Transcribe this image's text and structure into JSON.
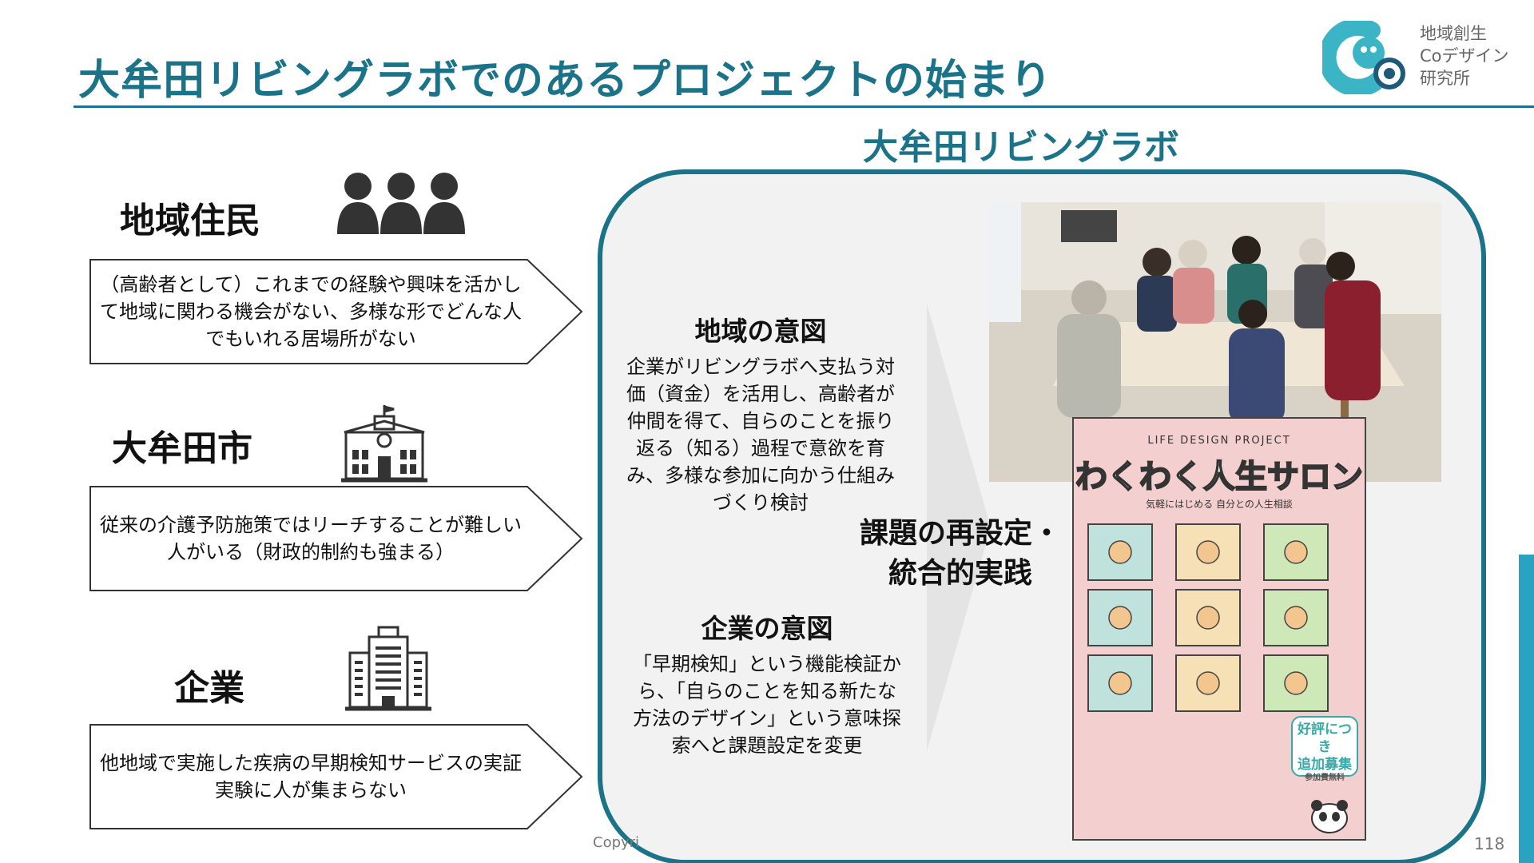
{
  "header": {
    "title": "大牟田リビングラボでのあるプロジェクトの始まり"
  },
  "logo": {
    "lines": [
      "地域創生",
      "Coデザイン",
      "研究所"
    ],
    "icon": "co-design-lab-logo"
  },
  "lab": {
    "title": "大牟田リビングラボ"
  },
  "stakeholders": [
    {
      "label": "地域住民",
      "icon": "people-icon",
      "text": "（高齢者として）これまでの経験や興味を活かして地域に関わる機会がない、多様な形でどんな人でもいれる居場所がない"
    },
    {
      "label": "大牟田市",
      "icon": "city-hall-icon",
      "text": "従来の介護予防施策ではリーチすることが難しい人がいる（財政的制約も強まる）"
    },
    {
      "label": "企業",
      "icon": "office-building-icon",
      "text": "他地域で実施した疾病の早期検知サービスの実証実験に人が集まらない"
    }
  ],
  "intents": {
    "region": {
      "title": "地域の意図",
      "text": "企業がリビングラボへ支払う対価（資金）を活用し、高齢者が仲間を得て、自らのことを振り返る（知る）過程で意欲を育み、多様な参加に向かう仕組みづくり検討"
    },
    "company": {
      "title": "企業の意図",
      "text": "「早期検知」という機能検証から、「自らのことを知る新たな方法のデザイン」という意味探索へと課題設定を変更"
    }
  },
  "result": {
    "line1": "課題の再設定・",
    "line2": "統合的実践"
  },
  "poster": {
    "header": "LIFE DESIGN PROJECT",
    "title": "わくわく人生サロン",
    "subtitle": "気軽にはじめる 自分との人生相談",
    "badge_line1": "好評につき",
    "badge_line2": "追加募集",
    "badge_note": "参加費無料"
  },
  "footer": {
    "copyright": "Copyri",
    "page_number": "118"
  },
  "colors": {
    "accent": "#1a7388",
    "side_bar": "#2aa3c3"
  }
}
